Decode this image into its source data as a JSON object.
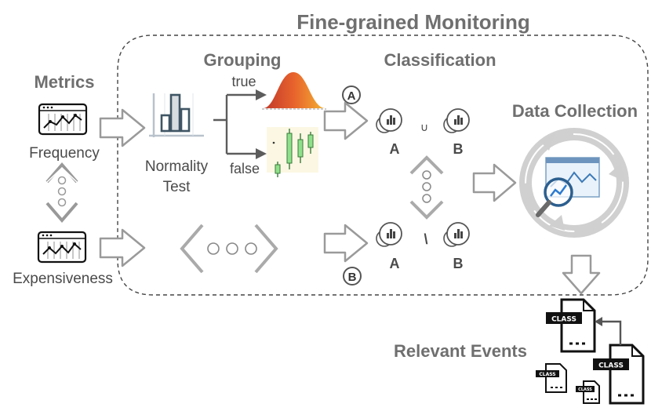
{
  "title": "Fine-grained Monitoring",
  "metrics": {
    "heading": "Metrics",
    "frequency": "Frequency",
    "expensiveness": "Expensiveness"
  },
  "grouping": {
    "heading": "Grouping",
    "test_line1": "Normality",
    "test_line2": "Test",
    "branch_true": "true",
    "branch_false": "false"
  },
  "classification": {
    "heading": "Classification",
    "path_a": "A",
    "path_b": "B",
    "union_symbol": "∪",
    "difference_symbol": "\\",
    "set_a": "A",
    "set_b": "B"
  },
  "data_collection": {
    "heading": "Data Collection"
  },
  "relevant_events": {
    "heading": "Relevant Events",
    "file_tag": "CLASS"
  }
}
